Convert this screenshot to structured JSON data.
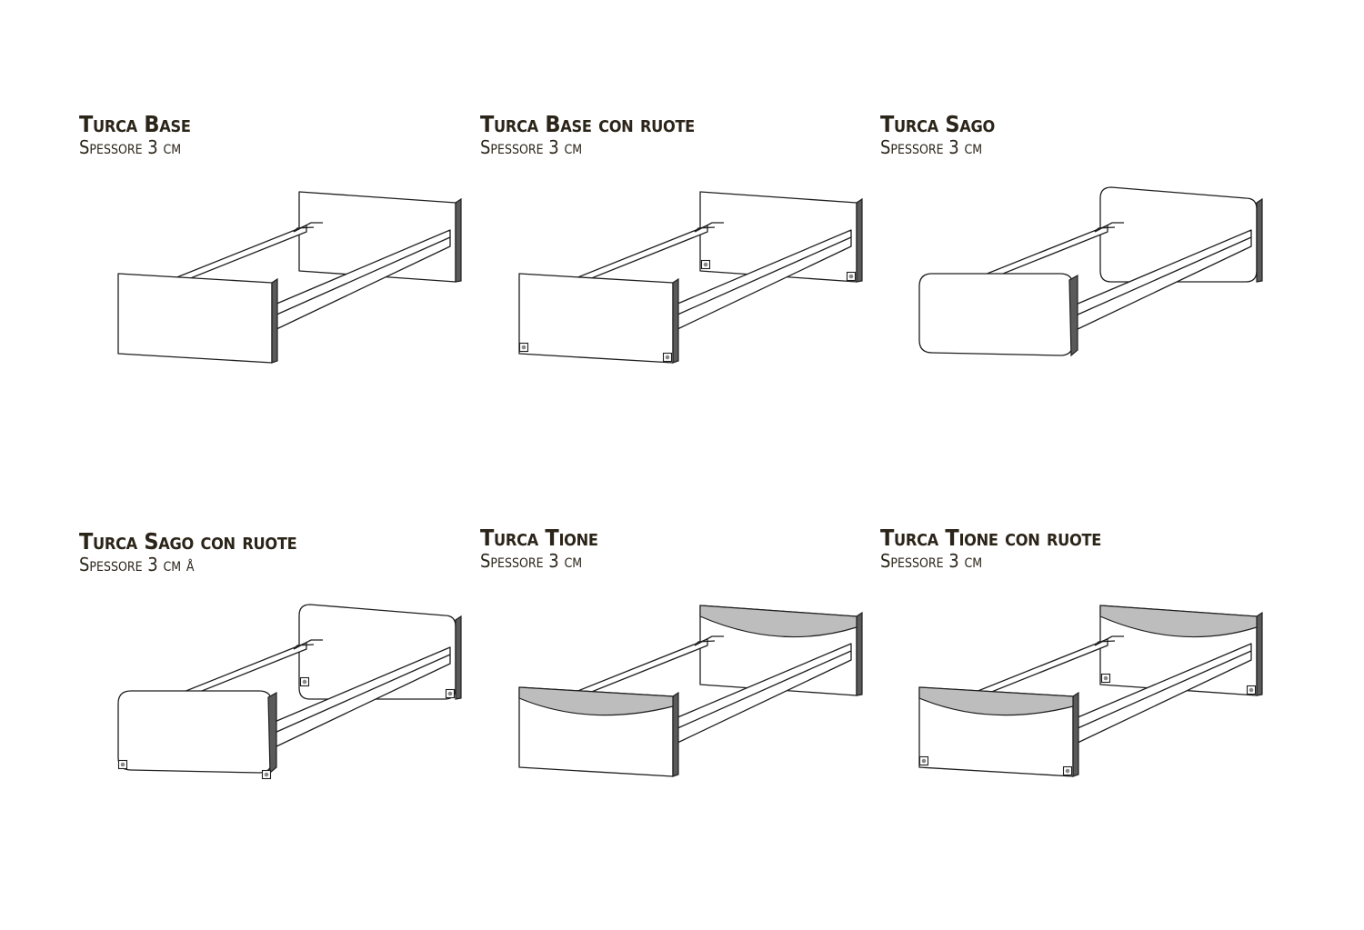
{
  "colors": {
    "text": "#2b2419",
    "line": "#1e1e1e",
    "band": "#bdbdbd"
  },
  "products": [
    {
      "title": "Turca Base",
      "subtitle": "Spessore 3 cm",
      "variant": "base",
      "wheels": false
    },
    {
      "title": "Turca Base con ruote",
      "subtitle": "Spessore 3 cm",
      "variant": "base",
      "wheels": true
    },
    {
      "title": "Turca Sago",
      "subtitle": "Spessore 3 cm",
      "variant": "sago",
      "wheels": false
    },
    {
      "title": "Turca Sago con ruote",
      "subtitle": "Spessore 3 cm å",
      "variant": "sago",
      "wheels": true
    },
    {
      "title": "Turca Tione",
      "subtitle": "Spessore 3 cm",
      "variant": "tione",
      "wheels": false
    },
    {
      "title": "Turca Tione con ruote",
      "subtitle": "Spessore 3 cm",
      "variant": "tione",
      "wheels": true
    }
  ]
}
